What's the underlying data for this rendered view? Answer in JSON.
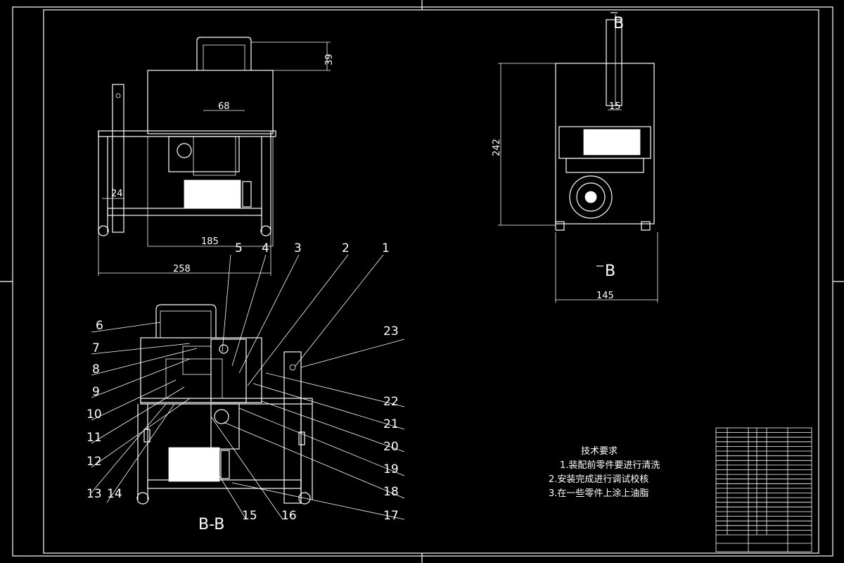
{
  "dimensions": {
    "d39": "39",
    "d68": "68",
    "d24": "24",
    "d185": "185",
    "d258": "258",
    "d242": "242",
    "d15": "15",
    "d145": "145"
  },
  "section_marks": {
    "top": "B",
    "bottom": "B",
    "view_label": "B-B"
  },
  "balloons": [
    "1",
    "2",
    "3",
    "4",
    "5",
    "6",
    "7",
    "8",
    "9",
    "10",
    "11",
    "12",
    "13",
    "14",
    "15",
    "16",
    "17",
    "18",
    "19",
    "20",
    "21",
    "22",
    "23"
  ],
  "tech_requirements": {
    "title": "技术要求",
    "item1": "1.装配前零件要进行清洗",
    "item2": "2.安装完成进行调试校核",
    "item3": "3.在一些零件上涂上油脂"
  },
  "colors": {
    "background": "#000000",
    "lines": "#ffffff"
  }
}
